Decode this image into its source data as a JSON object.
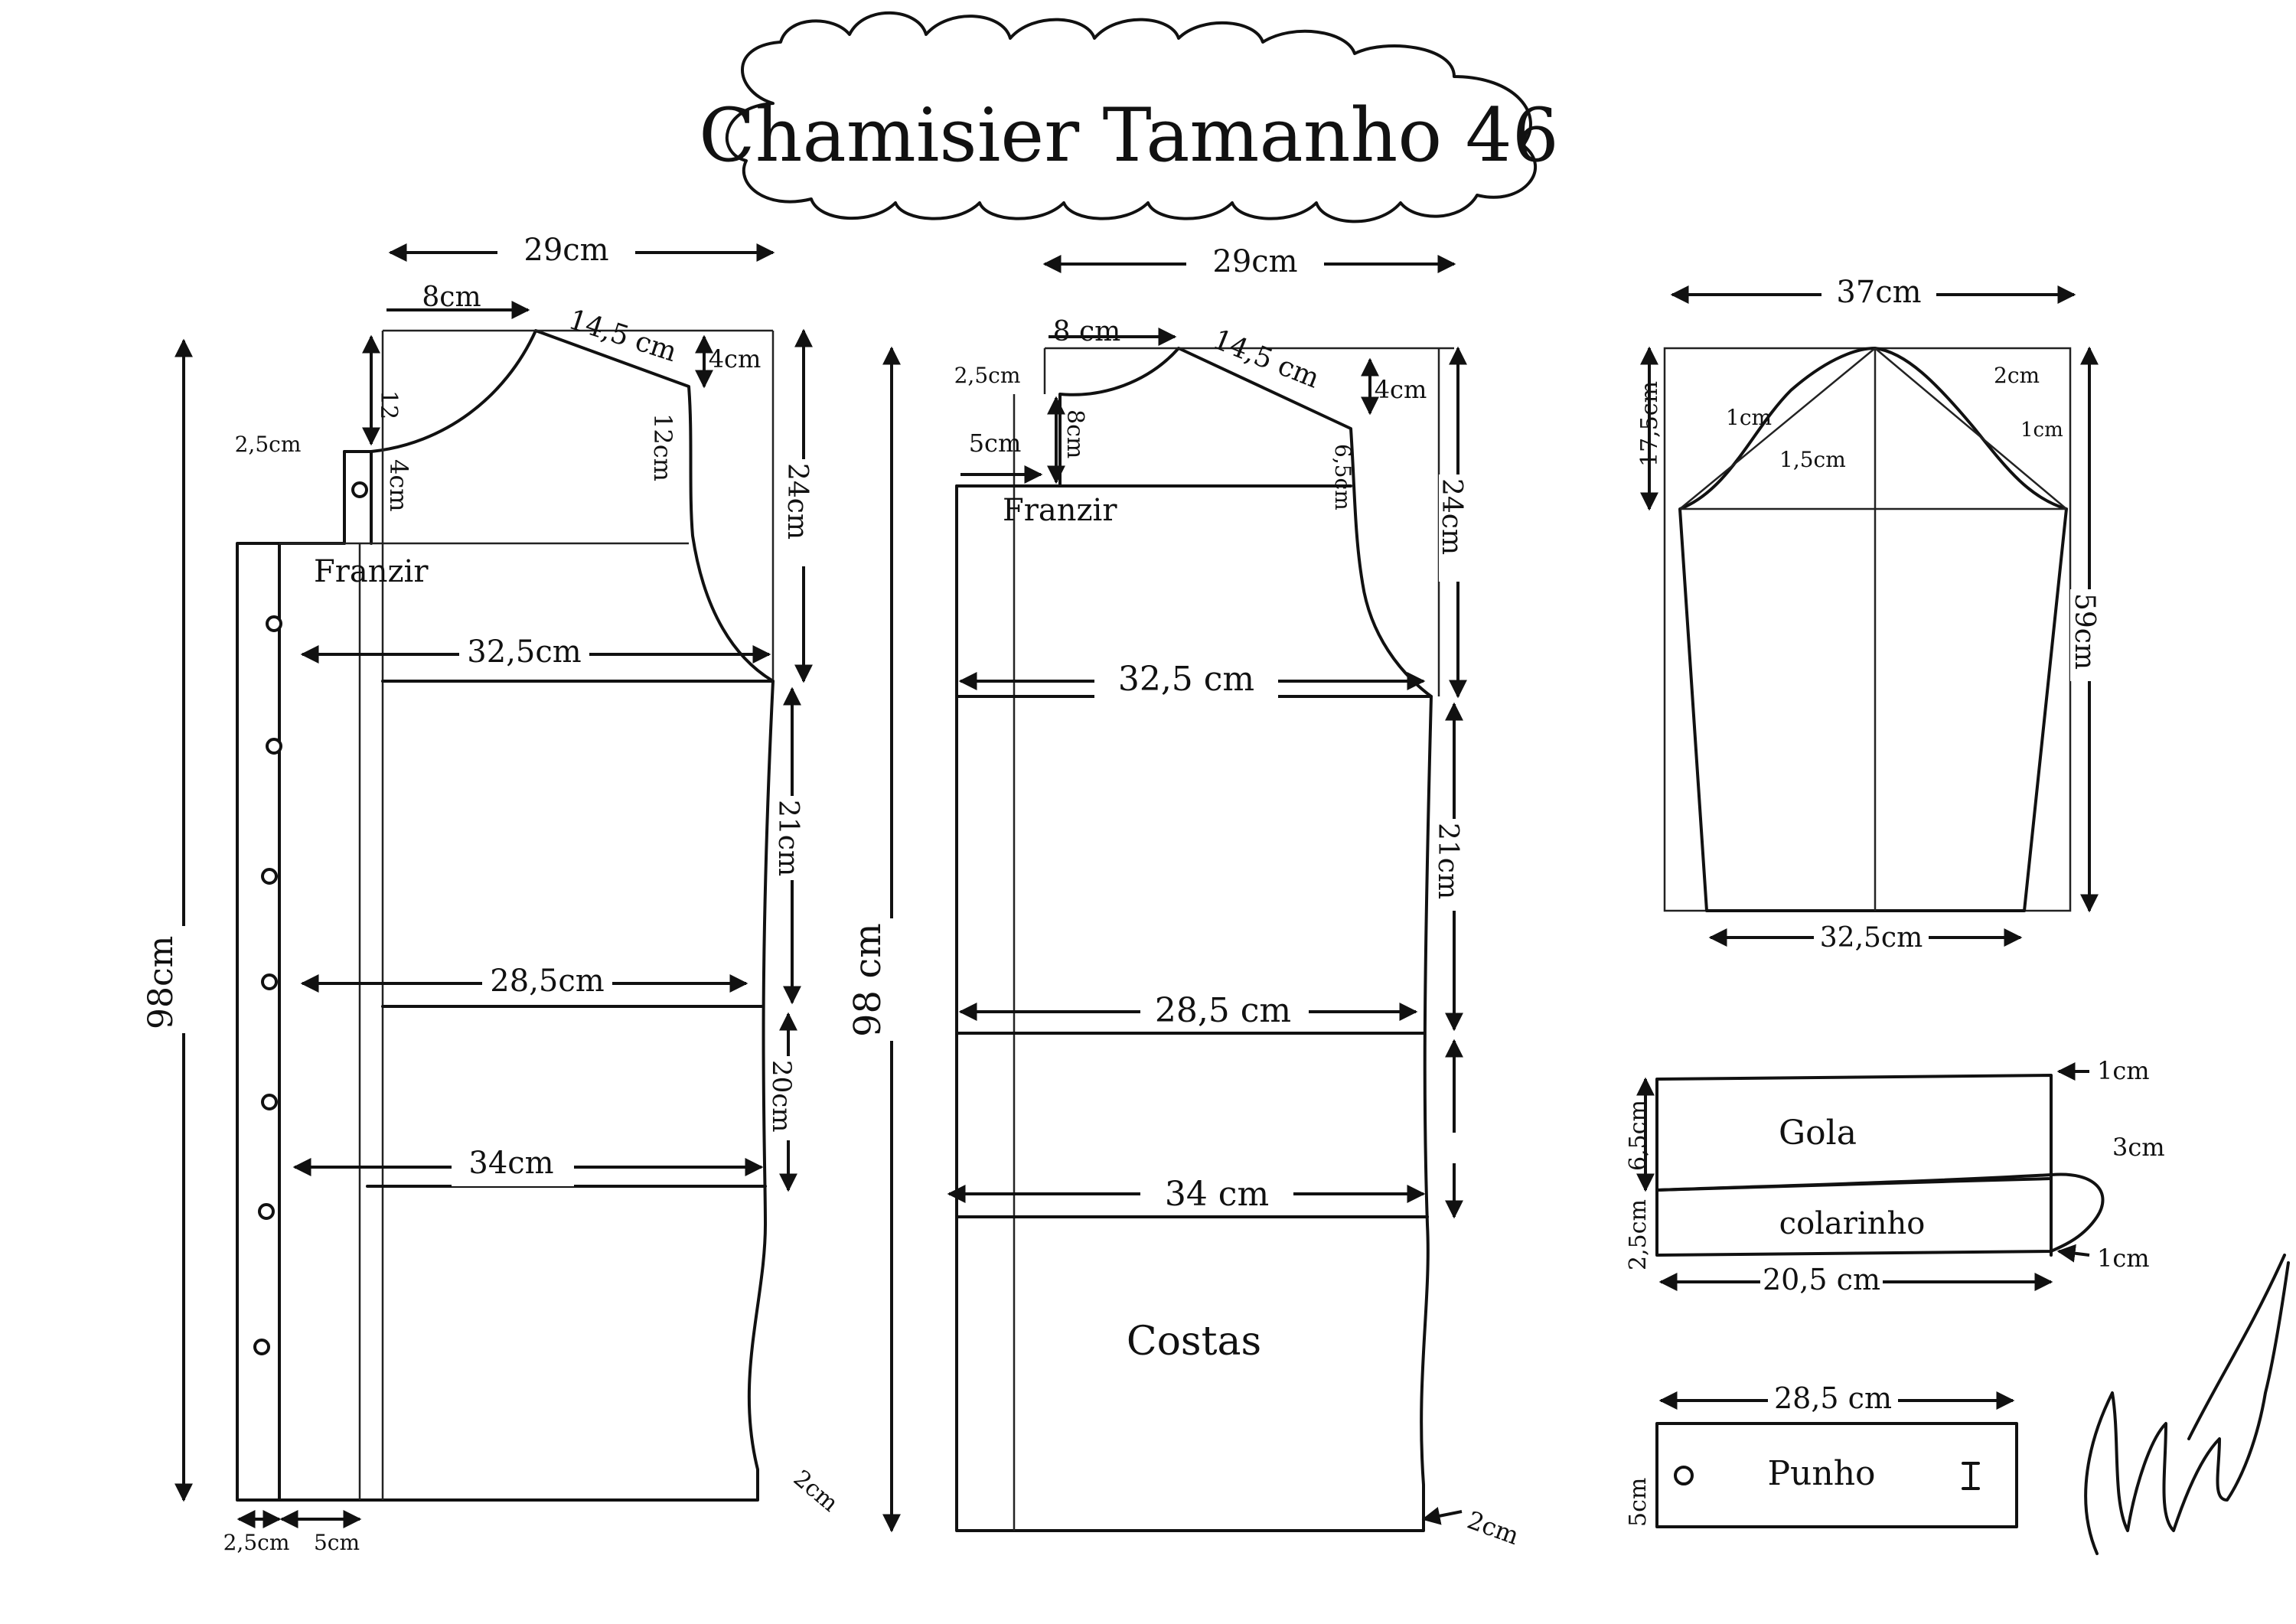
{
  "title": "Chamisier Tamanho 46",
  "front": {
    "width_top": "29cm",
    "neck": "8cm",
    "shoulder": "14,5 cm",
    "shoulder_drop": "4cm",
    "neck_drop": "12",
    "placket_top": "2,5cm",
    "neck_depth": "4cm",
    "armhole": "12cm",
    "height_bust": "24cm",
    "gather": "Franzir",
    "bust": "32,5cm",
    "height_waist": "21cm",
    "waist": "28,5cm",
    "height_hip": "20cm",
    "hip": "34cm",
    "length": "98cm",
    "hem_rise": "2cm",
    "placket_bottom_a": "2,5cm",
    "placket_bottom_b": "5cm"
  },
  "back": {
    "width_top": "29cm",
    "neck": "8 cm",
    "shoulder": "14,5 cm",
    "shoulder_drop": "4cm",
    "neck_rise": "2,5cm",
    "yoke_left": "5cm",
    "yoke_height": "8cm",
    "armhole": "6,5cm",
    "gather": "Franzir",
    "height_bust": "24cm",
    "bust": "32,5 cm",
    "height_waist": "21cm",
    "waist": "28,5 cm",
    "hip": "34 cm",
    "length": "98 cm",
    "label": "Costas",
    "hem_rise": "2cm"
  },
  "sleeve": {
    "width_top": "37cm",
    "cap_height": "17,5cm",
    "offset_left": "1cm",
    "offset_mid": "1,5cm",
    "offset_right_a": "2cm",
    "offset_right_b": "1cm",
    "length": "59cm",
    "cuff_width": "32,5cm"
  },
  "collar": {
    "gola_label": "Gola",
    "gola_height": "6,5cm",
    "colarinho_label": "colarinho",
    "colarinho_height": "2,5cm",
    "width": "20,5 cm",
    "tip_top": "1cm",
    "tip_ext": "3cm",
    "tip_bottom": "1cm"
  },
  "cuff": {
    "label": "Punho",
    "width": "28,5 cm",
    "height": "5cm"
  },
  "signature": "Marlene Mukai"
}
